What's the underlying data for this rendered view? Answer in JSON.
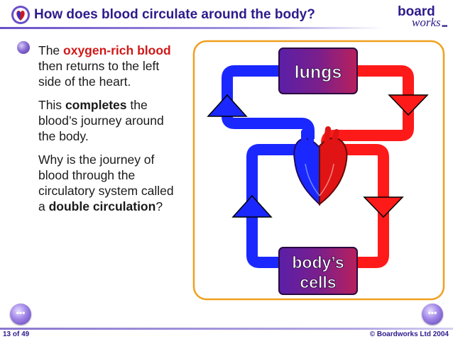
{
  "slide": {
    "title": "How does blood circulate around the body?",
    "logo": {
      "word1": "board",
      "word2": "works",
      "dots": "•••"
    }
  },
  "body": {
    "p1_part1": "The ",
    "p1_highlight1": "oxygen-rich",
    "p1_highlight2": "blood",
    "p1_part2": " then returns to the left side of the heart.",
    "p2_part1": "This ",
    "p2_bold": "completes",
    "p2_part2": " the blood’s journey around the body.",
    "p3_part1": "Why is the journey of blood through the circulatory system called a ",
    "p3_bold": "double circulation",
    "p3_part2": "?"
  },
  "diagram": {
    "top_label": "lungs",
    "bottom_label_line1": "body’s",
    "bottom_label_line2": "cells",
    "colors": {
      "oxygenated": "#ff1a1a",
      "deoxygenated": "#1a28ff",
      "frame": "#f0a020",
      "box": "#6a1f8c"
    }
  },
  "footer": {
    "page": "13 of 49",
    "copyright": "© Boardworks Ltd 2004"
  },
  "nav": {
    "prev_icon": "ellipsis-left",
    "next_icon": "ellipsis-right",
    "glyph": "•••"
  }
}
